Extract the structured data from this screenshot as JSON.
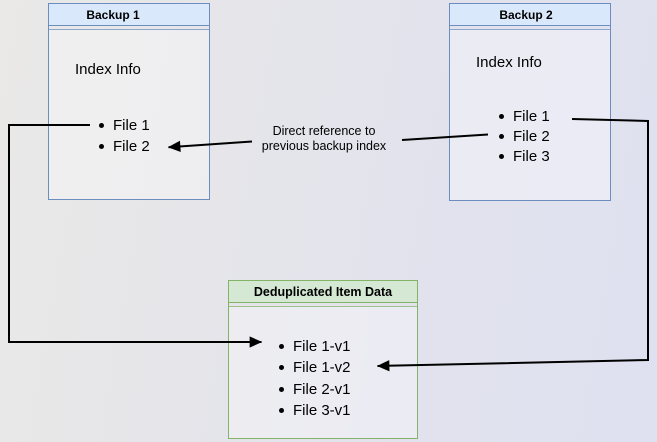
{
  "colors": {
    "blue_fill": "#dae8fc",
    "blue_border": "#6c8ebf",
    "green_fill": "#d5e8d4",
    "green_border": "#82b366",
    "connector": "#000000",
    "page_bg_left": "#eae9e7",
    "page_bg_right": "#dfe1f0"
  },
  "backup1": {
    "title": "Backup 1",
    "subtitle": "Index Info",
    "items": [
      "File 1",
      "File 2"
    ]
  },
  "backup2": {
    "title": "Backup 2",
    "subtitle": "Index Info",
    "items": [
      "File 1",
      "File 2",
      "File 3"
    ]
  },
  "dedup": {
    "title": "Deduplicated Item Data",
    "items": [
      "File 1-v1",
      "File 1-v2",
      "File 2-v1",
      "File 3-v1"
    ]
  },
  "annotation": {
    "line1": "Direct reference to",
    "line2": "previous backup index"
  }
}
